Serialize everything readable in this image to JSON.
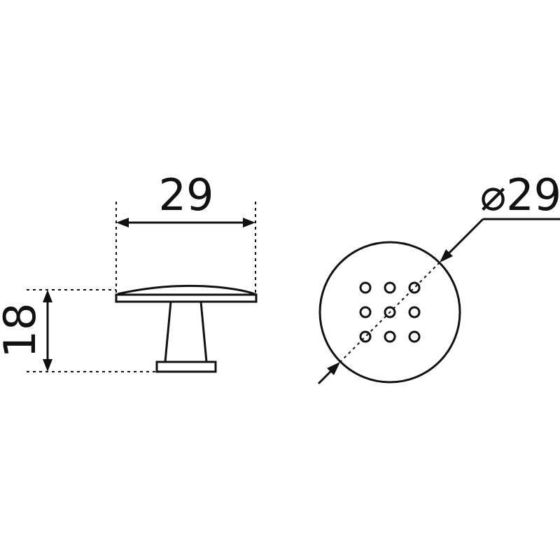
{
  "dimensions": {
    "side_width_label": "29",
    "height_label": "18",
    "face_diameter_label": "⌀29"
  },
  "face": {
    "pattern_holes": 9
  },
  "colors": {
    "line": "#111111",
    "background": "#ffffff"
  }
}
